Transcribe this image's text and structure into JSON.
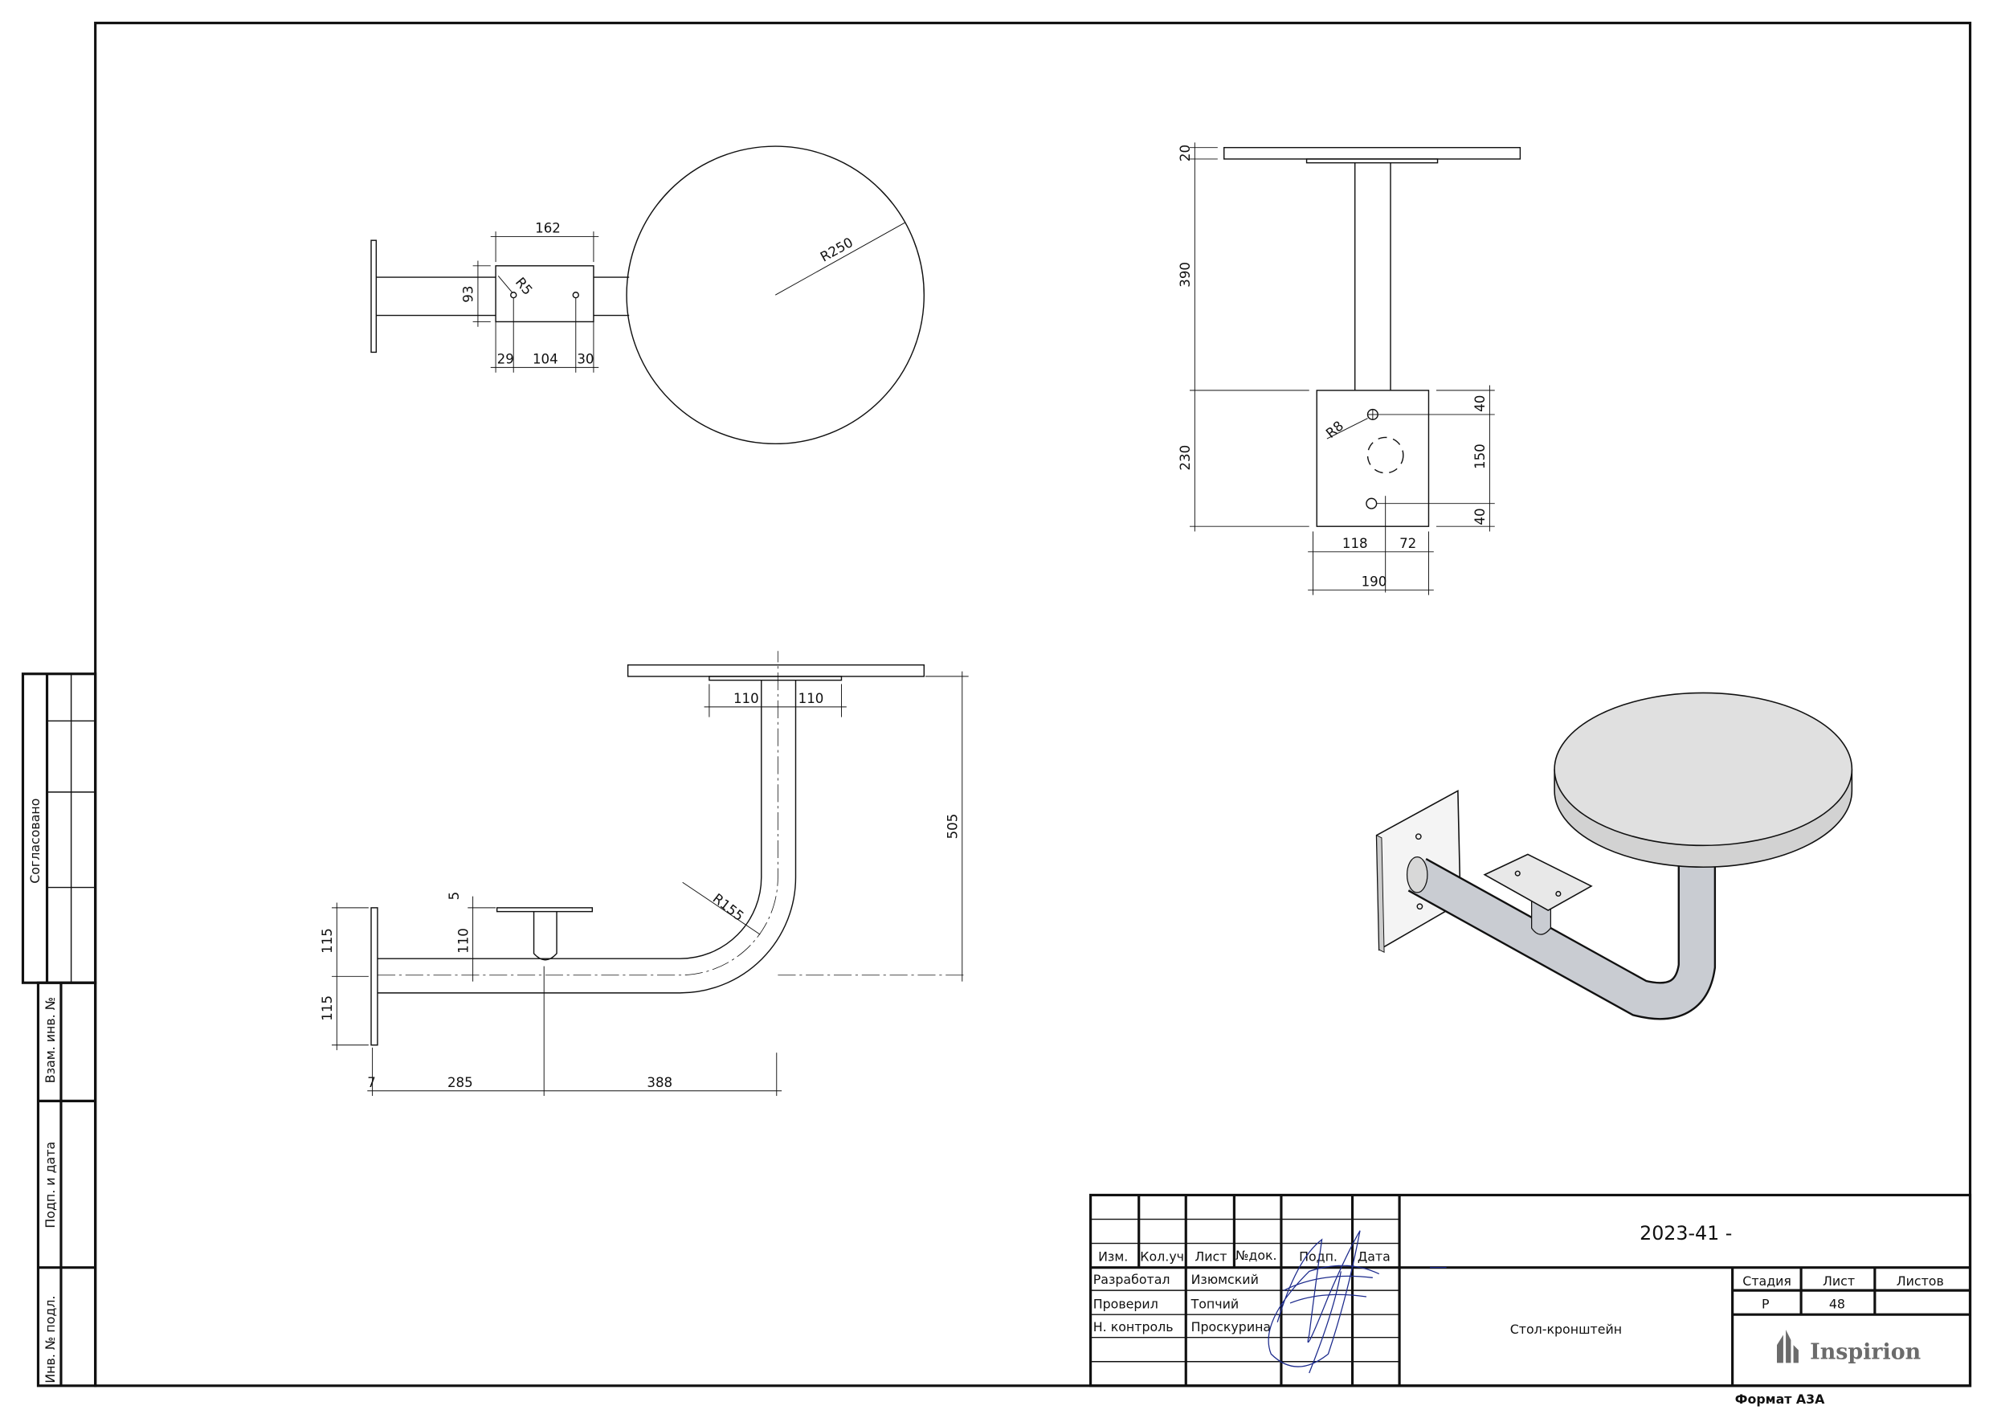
{
  "dimensions": {
    "plan": {
      "d162": "162",
      "d93": "93",
      "r5": "R5",
      "d29": "29",
      "d104": "104",
      "d30": "30",
      "r250": "R250"
    },
    "elevation": {
      "d20": "20",
      "d390": "390",
      "d230": "230",
      "d40a": "40",
      "d150": "150",
      "d40b": "40",
      "r8": "R8",
      "d118": "118",
      "d72": "72",
      "d190": "190"
    },
    "side": {
      "d110a": "110",
      "d110b": "110",
      "d505": "505",
      "d5": "5",
      "d110c": "110",
      "d115a": "115",
      "d115b": "115",
      "r155": "R155",
      "d7": "7",
      "d285": "285",
      "d388": "388"
    }
  },
  "side_stamp": {
    "agreed": "Согласовано",
    "replaced_inv": "Взам. инв. №",
    "sign_date": "Подп. и дата",
    "inv_orig": "Инв. № подл."
  },
  "title_block": {
    "headers": [
      "Изм.",
      "Кол.уч.",
      "Лист",
      "№док.",
      "Подп.",
      "Дата"
    ],
    "rows": [
      {
        "role": "Разработал",
        "name": "Изюмский"
      },
      {
        "role": "Проверил",
        "name": "Топчий"
      },
      {
        "role": "Н. контроль",
        "name": "Проскурина"
      }
    ],
    "document_code": "2023-41 -",
    "product_name": "Стол-кронштейн",
    "stage_label": "Стадия",
    "sheet_label": "Лист",
    "sheets_label": "Листов",
    "stage": "Р",
    "sheet": "48",
    "sheets": "",
    "company": "Inspirion",
    "format": "Формат А3А"
  },
  "colors": {
    "line": "#111111",
    "signature": "#1c2a8c",
    "tabletop_3d": "#e0e0e0",
    "logo": "#6b6b6b"
  }
}
